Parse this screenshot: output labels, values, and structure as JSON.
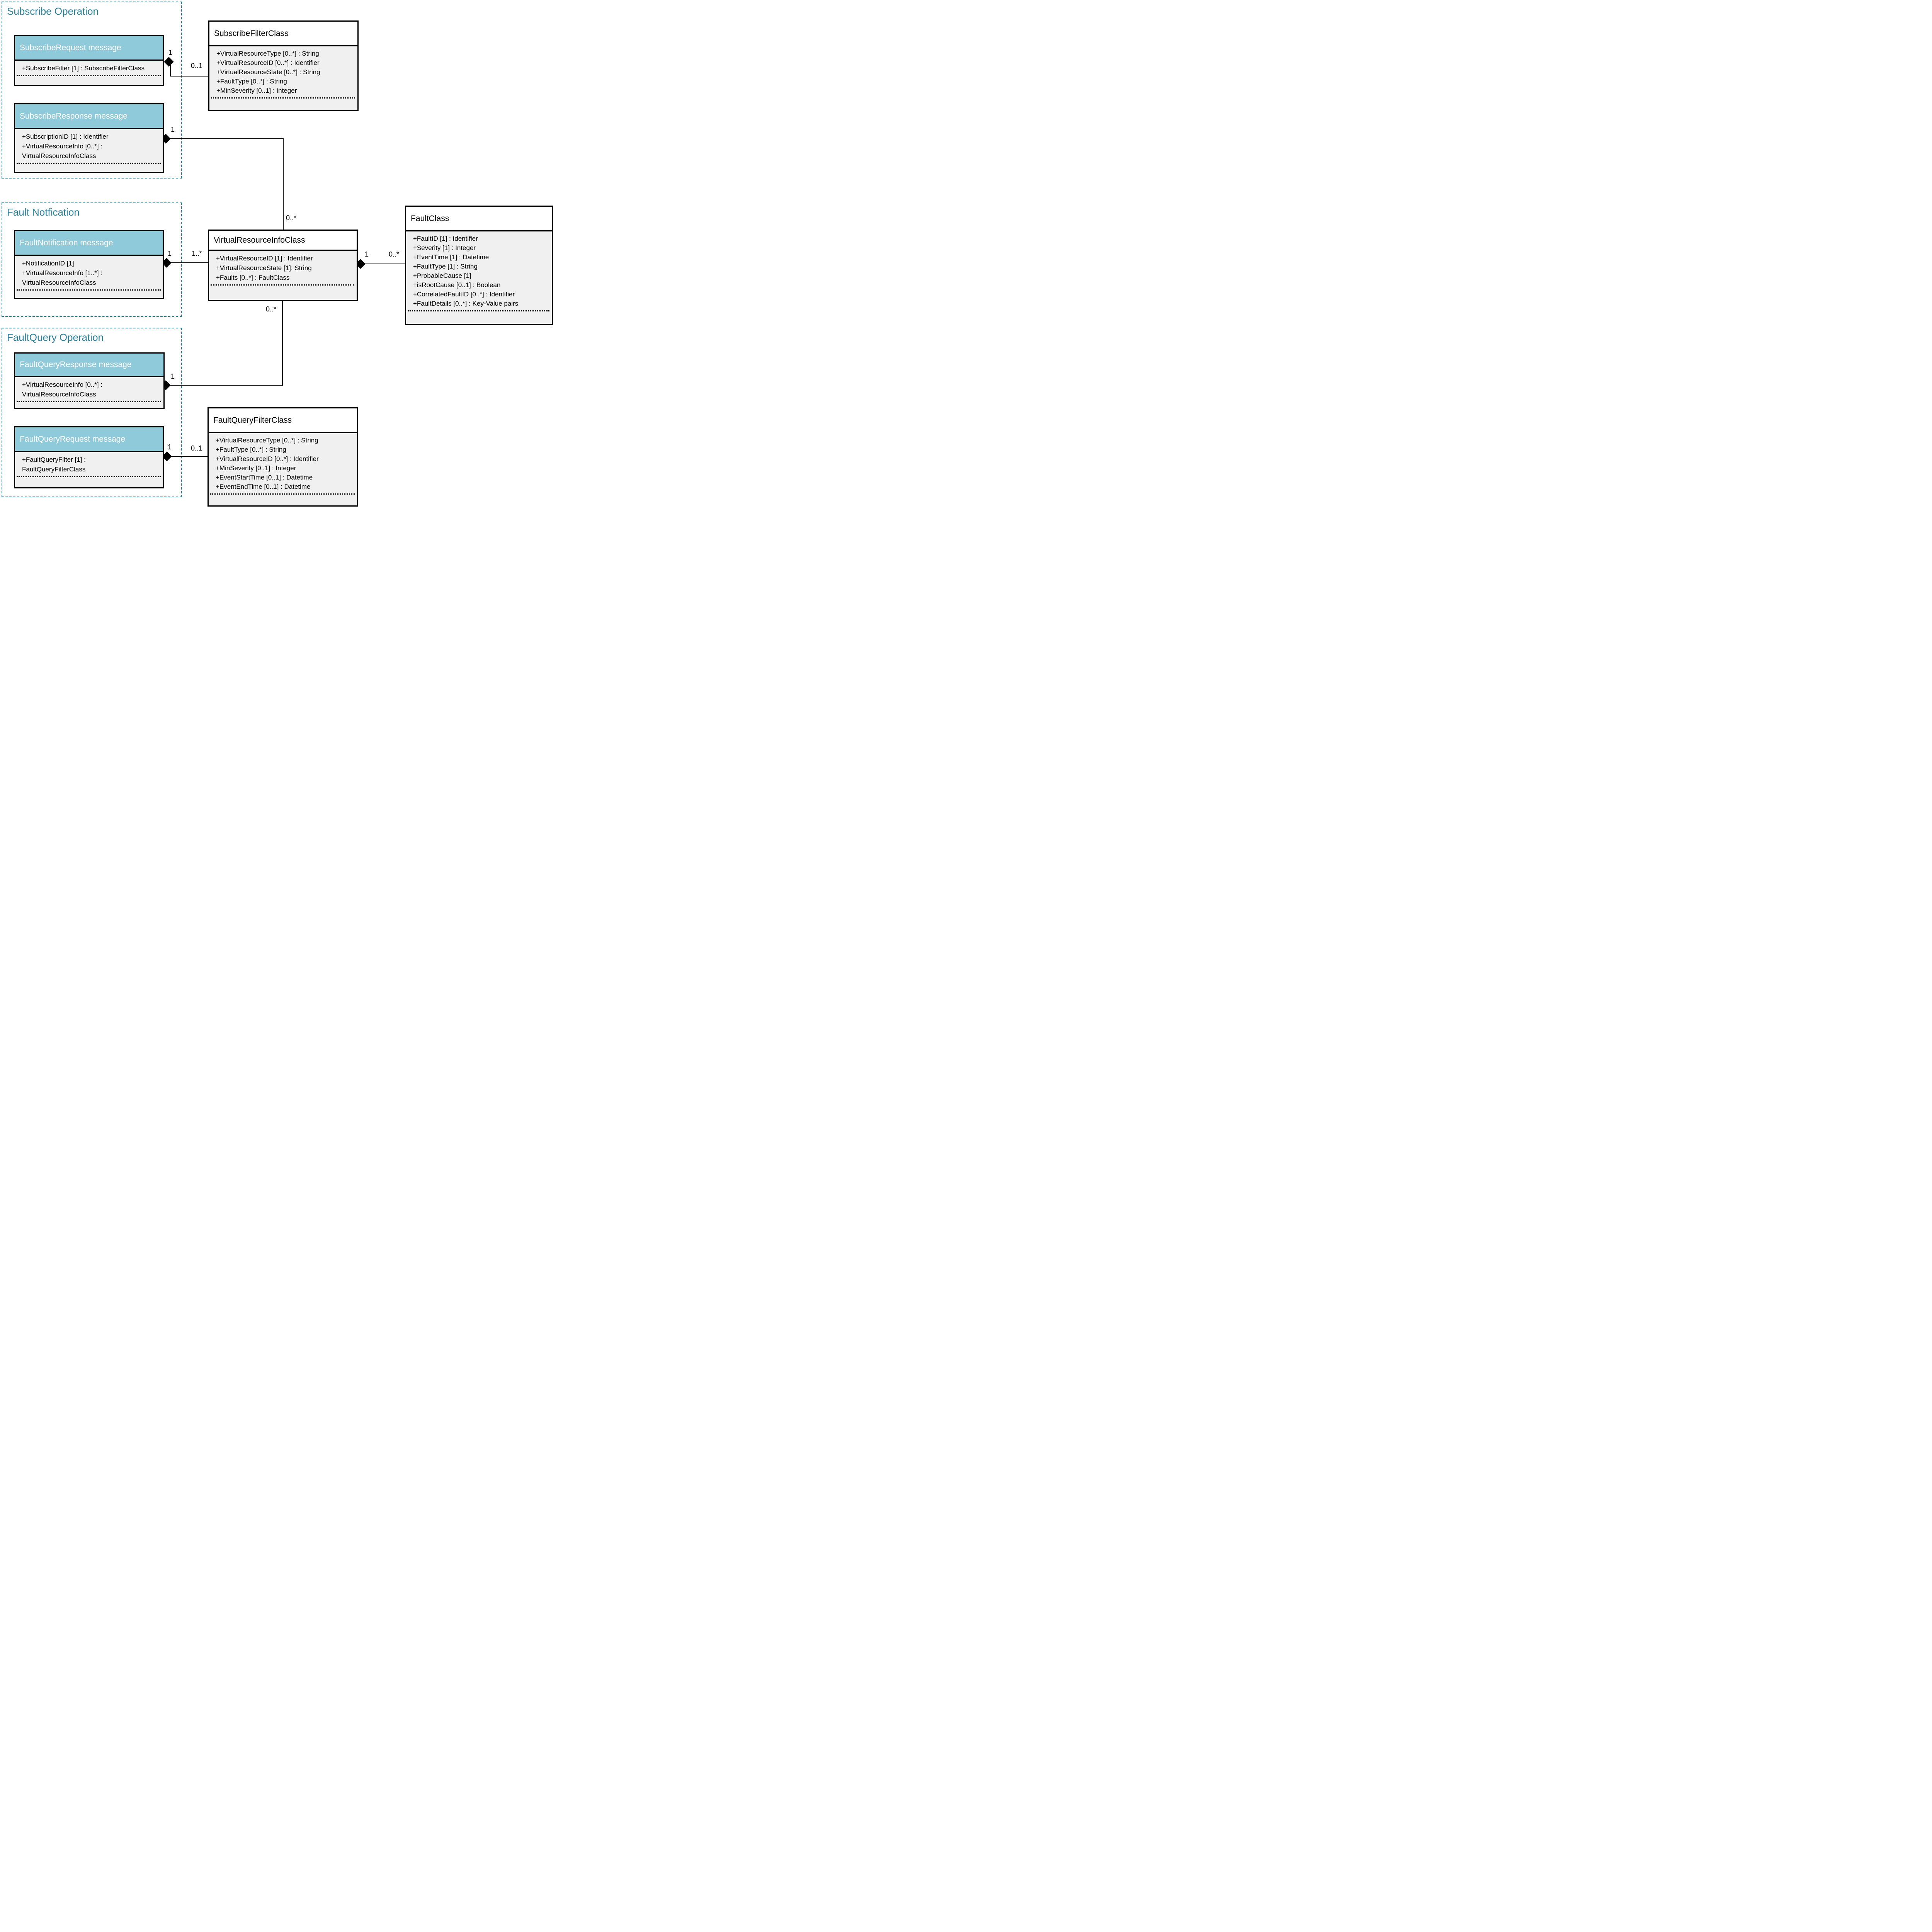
{
  "groups": {
    "subscribe": {
      "label": "Subscribe Operation"
    },
    "fault_notification": {
      "label": "Fault Notfication"
    },
    "fault_query": {
      "label": "FaultQuery Operation"
    }
  },
  "classes": {
    "subscribe_request": {
      "title": "SubscribeRequest message",
      "attributes": [
        "+SubscribeFilter [1] : SubscribeFilterClass"
      ]
    },
    "subscribe_filter": {
      "title": "SubscribeFilterClass",
      "attributes": [
        "+VirtualResourceType [0..*] : String",
        "+VirtualResourceID [0..*] : Identifier",
        "+VirtualResourceState [0..*] : String",
        "+FaultType [0..*] : String",
        "+MinSeverity [0..1] : Integer"
      ]
    },
    "subscribe_response": {
      "title": "SubscribeResponse message",
      "attributes": [
        "+SubscriptionID [1] : Identifier",
        "+VirtualResourceInfo [0..*] :",
        "VirtualResourceInfoClass"
      ]
    },
    "fault_notification_msg": {
      "title": "FaultNotification message",
      "attributes": [
        "+NotificationID [1]",
        "+VirtualResourceInfo [1..*] :",
        "VirtualResourceInfoClass"
      ]
    },
    "virtual_resource_info": {
      "title": "VirtualResourceInfoClass",
      "attributes": [
        "+VirtualResourceID [1] : Identifier",
        "+VirtualResourceState [1]: String",
        "+Faults [0..*] : FaultClass"
      ]
    },
    "fault": {
      "title": "FaultClass",
      "attributes": [
        "+FaultID [1] : Identifier",
        "+Severity [1] : Integer",
        "+EventTime [1] : Datetime",
        "+FaultType [1] : String",
        "+ProbableCause [1]",
        "+isRootCause [0..1] : Boolean",
        "+CorrelatedFaultID [0..*] : Identifier",
        "+FaultDetails [0..*] : Key-Value pairs"
      ]
    },
    "fault_query_response": {
      "title": "FaultQueryResponse message",
      "attributes": [
        "+VirtualResourceInfo [0..*] :",
        "VirtualResourceInfoClass"
      ]
    },
    "fault_query_request": {
      "title": "FaultQueryRequest message",
      "attributes": [
        "+FaultQueryFilter [1] :",
        "FaultQueryFilterClass"
      ]
    },
    "fault_query_filter": {
      "title": "FaultQueryFilterClass",
      "attributes": [
        "+VirtualResourceType [0..*] : String",
        "+FaultType [0..*] : String",
        "+VirtualResourceID [0..*] : Identifier",
        "+MinSeverity [0..1] : Integer",
        "+EventStartTime [0..1] : Datetime",
        "+EventEndTime [0..1] : Datetime"
      ]
    }
  },
  "connections": {
    "subscribe_request_to_filter": {
      "from_mult": "1",
      "to_mult": "0..1"
    },
    "subscribe_response_to_vri": {
      "from_mult": "1",
      "to_mult": "0..*"
    },
    "fault_notification_to_vri": {
      "from_mult": "1",
      "to_mult": "1..*"
    },
    "vri_to_fault": {
      "from_mult": "1",
      "to_mult": "0..*"
    },
    "fault_query_response_to_vri": {
      "from_mult": "1",
      "to_mult": "0..*"
    },
    "fault_query_request_to_filter": {
      "from_mult": "1",
      "to_mult": "0..1"
    }
  },
  "colors": {
    "accent": "#2E8099",
    "header_fill": "#8FCADA",
    "attr_bg": "#F0F0F0"
  }
}
